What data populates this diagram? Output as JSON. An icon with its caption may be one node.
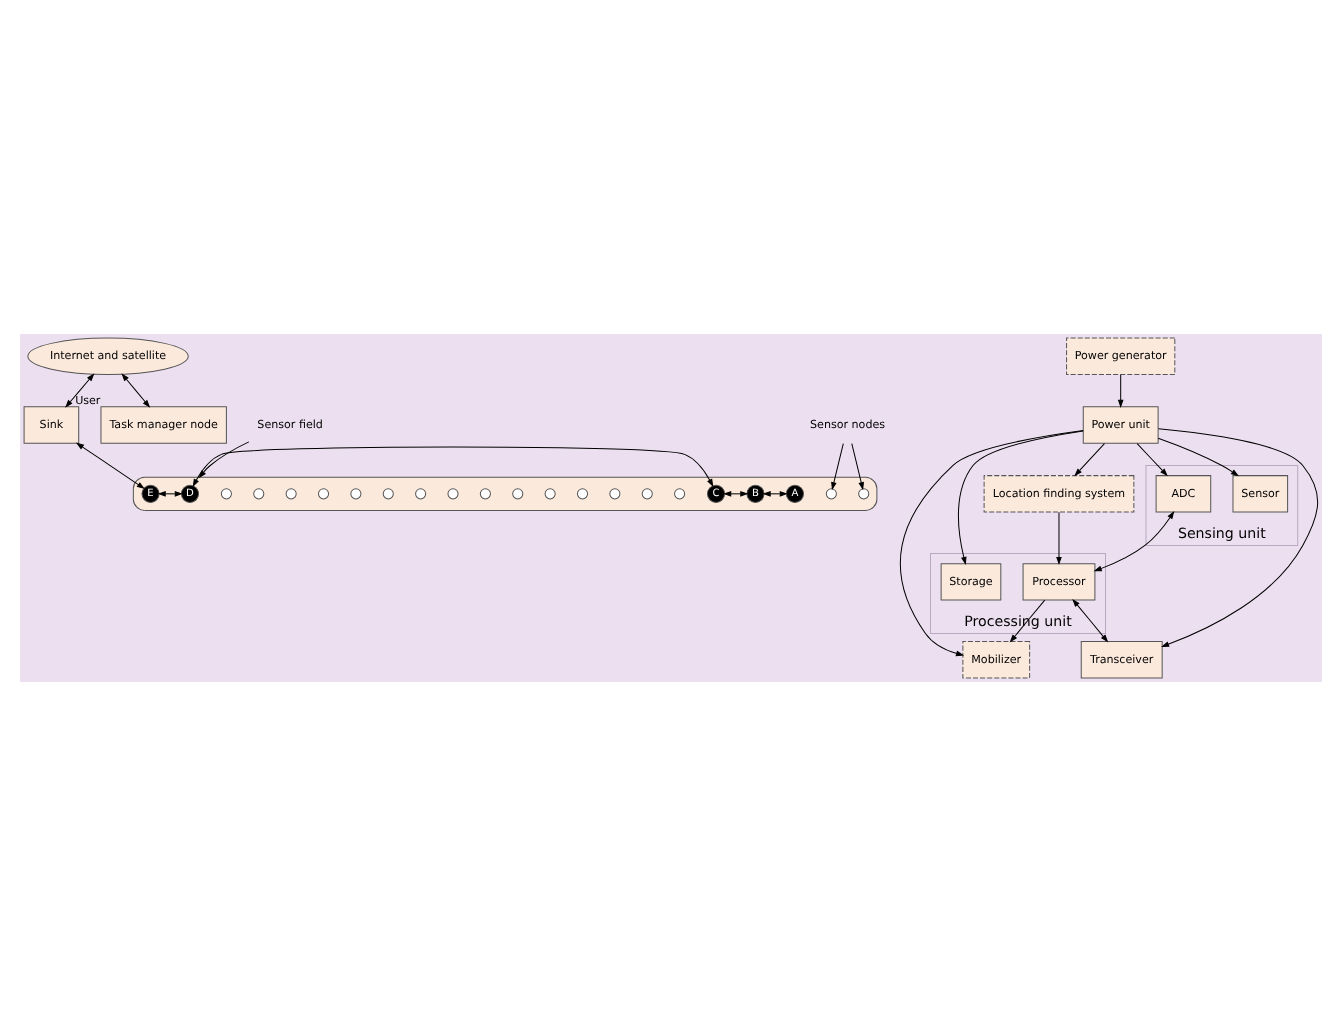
{
  "diagram": {
    "nodes": [
      {
        "text": [
          "Internet and satellite"
        ]
      },
      {
        "text": [
          "Sink"
        ]
      },
      {
        "text": [],
        "shape": "cloud"
      },
      {
        "text": [
          "D"
        ],
        "in": 2
      },
      {
        "text": [
          "C"
        ],
        "in": 2
      },
      {
        "text": [
          "B"
        ],
        "in": 2
      },
      {
        "text": [
          "E"
        ],
        "in": 2
      },
      {
        "text": [
          "A"
        ],
        "in": 2
      },
      {
        "text": [],
        "shape": "circle",
        "in": 2
      },
      {
        "text": [],
        "shape": "circle",
        "in": 2
      },
      {
        "text": [],
        "shape": "circle",
        "in": 2
      },
      {
        "text": [],
        "shape": "circle",
        "in": 2
      },
      {
        "text": [],
        "shape": "circle",
        "in": 2
      },
      {
        "text": [],
        "shape": "circle",
        "in": 2
      },
      {
        "text": [],
        "shape": "circle",
        "in": 2
      },
      {
        "text": [],
        "shape": "circle",
        "in": 2
      },
      {
        "text": [],
        "shape": "circle",
        "in": 2
      },
      {
        "text": [],
        "shape": "circle",
        "in": 2
      },
      {
        "text": [],
        "shape": "circle",
        "in": 2
      },
      {
        "text": [],
        "shape": "circle",
        "in": 2
      },
      {
        "text": [],
        "shape": "circle",
        "in": 2
      },
      {
        "text": [],
        "shape": "circle",
        "in": 2
      },
      {
        "text": [],
        "shape": "circle",
        "in": 2
      },
      {
        "text": [],
        "shape": "circle",
        "in": 2
      },
      {
        "text": [],
        "shape": "circle",
        "in": 2
      },
      {
        "text": [
          "Task manager node"
        ],
        "beside": [
          "User"
        ]
      },
      {
        "text": [
          "Sensor field"
        ]
      },
      {
        "text": [
          "Sensor nodes"
        ]
      },
      {
        "text": [
          "Location finding system"
        ]
      },
      {
        "text": [
          "Mobilizer"
        ]
      },
      {
        "text": [
          "Sensing unit"
        ]
      },
      {
        "text": [
          "Sensor"
        ],
        "in": 30
      },
      {
        "text": [
          "ADC"
        ],
        "in": 30
      },
      {
        "text": [
          "Processing unit"
        ]
      },
      {
        "text": [
          "Processor"
        ],
        "in": 33
      },
      {
        "text": [
          "Storage"
        ],
        "in": 33
      },
      {
        "text": [
          "Transceiver"
        ]
      },
      {
        "text": [
          "Power unit"
        ]
      },
      {
        "text": [
          "Power generator"
        ]
      }
    ],
    "edges": [
      {
        "from": 0,
        "to": 1,
        "arrow": "both"
      },
      {
        "from": 0,
        "to": 25,
        "arrow": "both"
      },
      {
        "from": 1,
        "to": 6,
        "arrow": "both"
      },
      {
        "from": 6,
        "to": 3,
        "arrow": "both"
      },
      {
        "from": 3,
        "to": 4,
        "arrow": "both"
      },
      {
        "from": 4,
        "to": 5,
        "arrow": "both"
      },
      {
        "from": 5,
        "to": 7,
        "arrow": "both"
      },
      {
        "from": 26,
        "to": 2,
        "arrow": "to"
      },
      {
        "from": 27,
        "to": 23,
        "arrow": "to"
      },
      {
        "from": 27,
        "to": 24,
        "arrow": "to"
      },
      {
        "from": 37,
        "to": 28,
        "arrow": "to"
      },
      {
        "from": 37,
        "to": 31,
        "arrow": "to"
      },
      {
        "from": 37,
        "to": 32,
        "arrow": "to"
      },
      {
        "from": 37,
        "to": 35,
        "arrow": "to"
      },
      {
        "from": 37,
        "to": 36,
        "arrow": "to"
      },
      {
        "from": 37,
        "to": 29,
        "arrow": "to"
      },
      {
        "from": 38,
        "to": 37,
        "arrow": "to"
      },
      {
        "from": 28,
        "to": 34,
        "arrow": "to"
      },
      {
        "from": 34,
        "to": 29,
        "arrow": "to"
      },
      {
        "from": 32,
        "to": 34,
        "arrow": "both"
      },
      {
        "from": 34,
        "to": 36,
        "arrow": "both"
      }
    ]
  }
}
